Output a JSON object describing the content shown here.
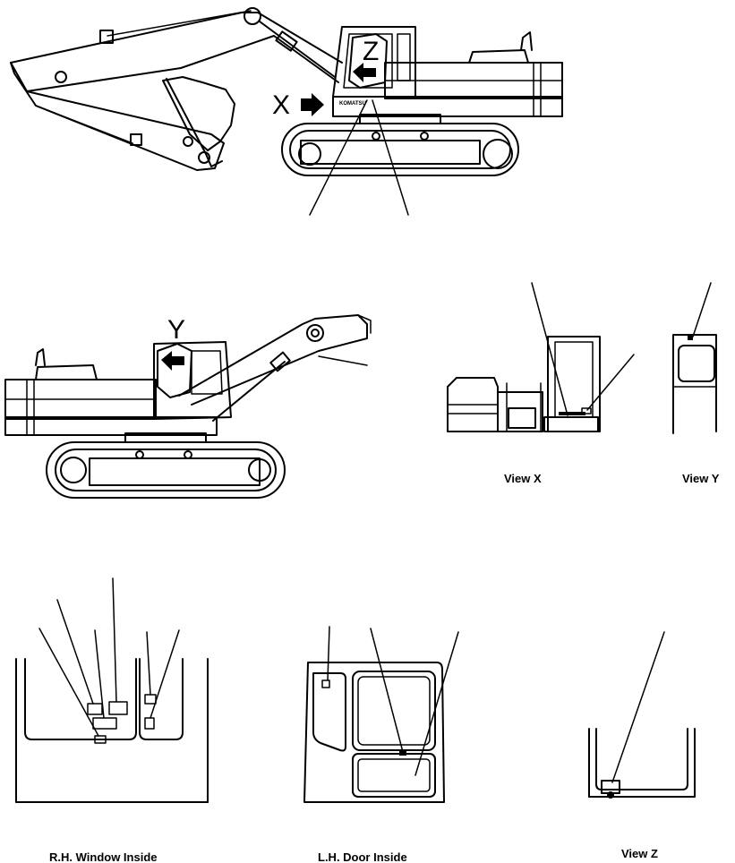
{
  "markers": {
    "x": "X",
    "y": "Y",
    "z": "Z"
  },
  "brand": "KOMATSU",
  "views": {
    "view_x": "View  X",
    "view_y": "View  Y",
    "view_z": "View  Z",
    "rh_window": "R.H.  Window  Inside",
    "lh_door": "L.H.  Door  Inside"
  },
  "colors": {
    "line": "#000000",
    "background": "#ffffff"
  }
}
